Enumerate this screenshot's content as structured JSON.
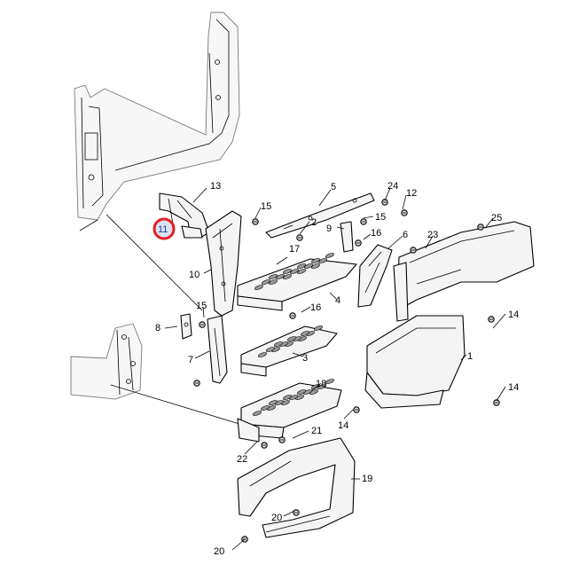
{
  "callouts": {
    "c1": "1",
    "c2": "2",
    "c3": "3",
    "c4": "4",
    "c5": "5",
    "c6": "6",
    "c7": "7",
    "c8": "8",
    "c9": "9",
    "c10": "10",
    "c11": "11",
    "c12": "12",
    "c13": "13",
    "c14": "14",
    "c15": "15",
    "c16": "16",
    "c17": "17",
    "c18": "18",
    "c19": "19",
    "c20": "20",
    "c21": "21",
    "c22": "22",
    "c23": "23",
    "c24": "24",
    "c25": "25"
  },
  "highlighted_callout": "11",
  "colors": {
    "highlight_ring": "#e02020",
    "highlight_fill": "#d8e4f4",
    "line": "#000000"
  }
}
